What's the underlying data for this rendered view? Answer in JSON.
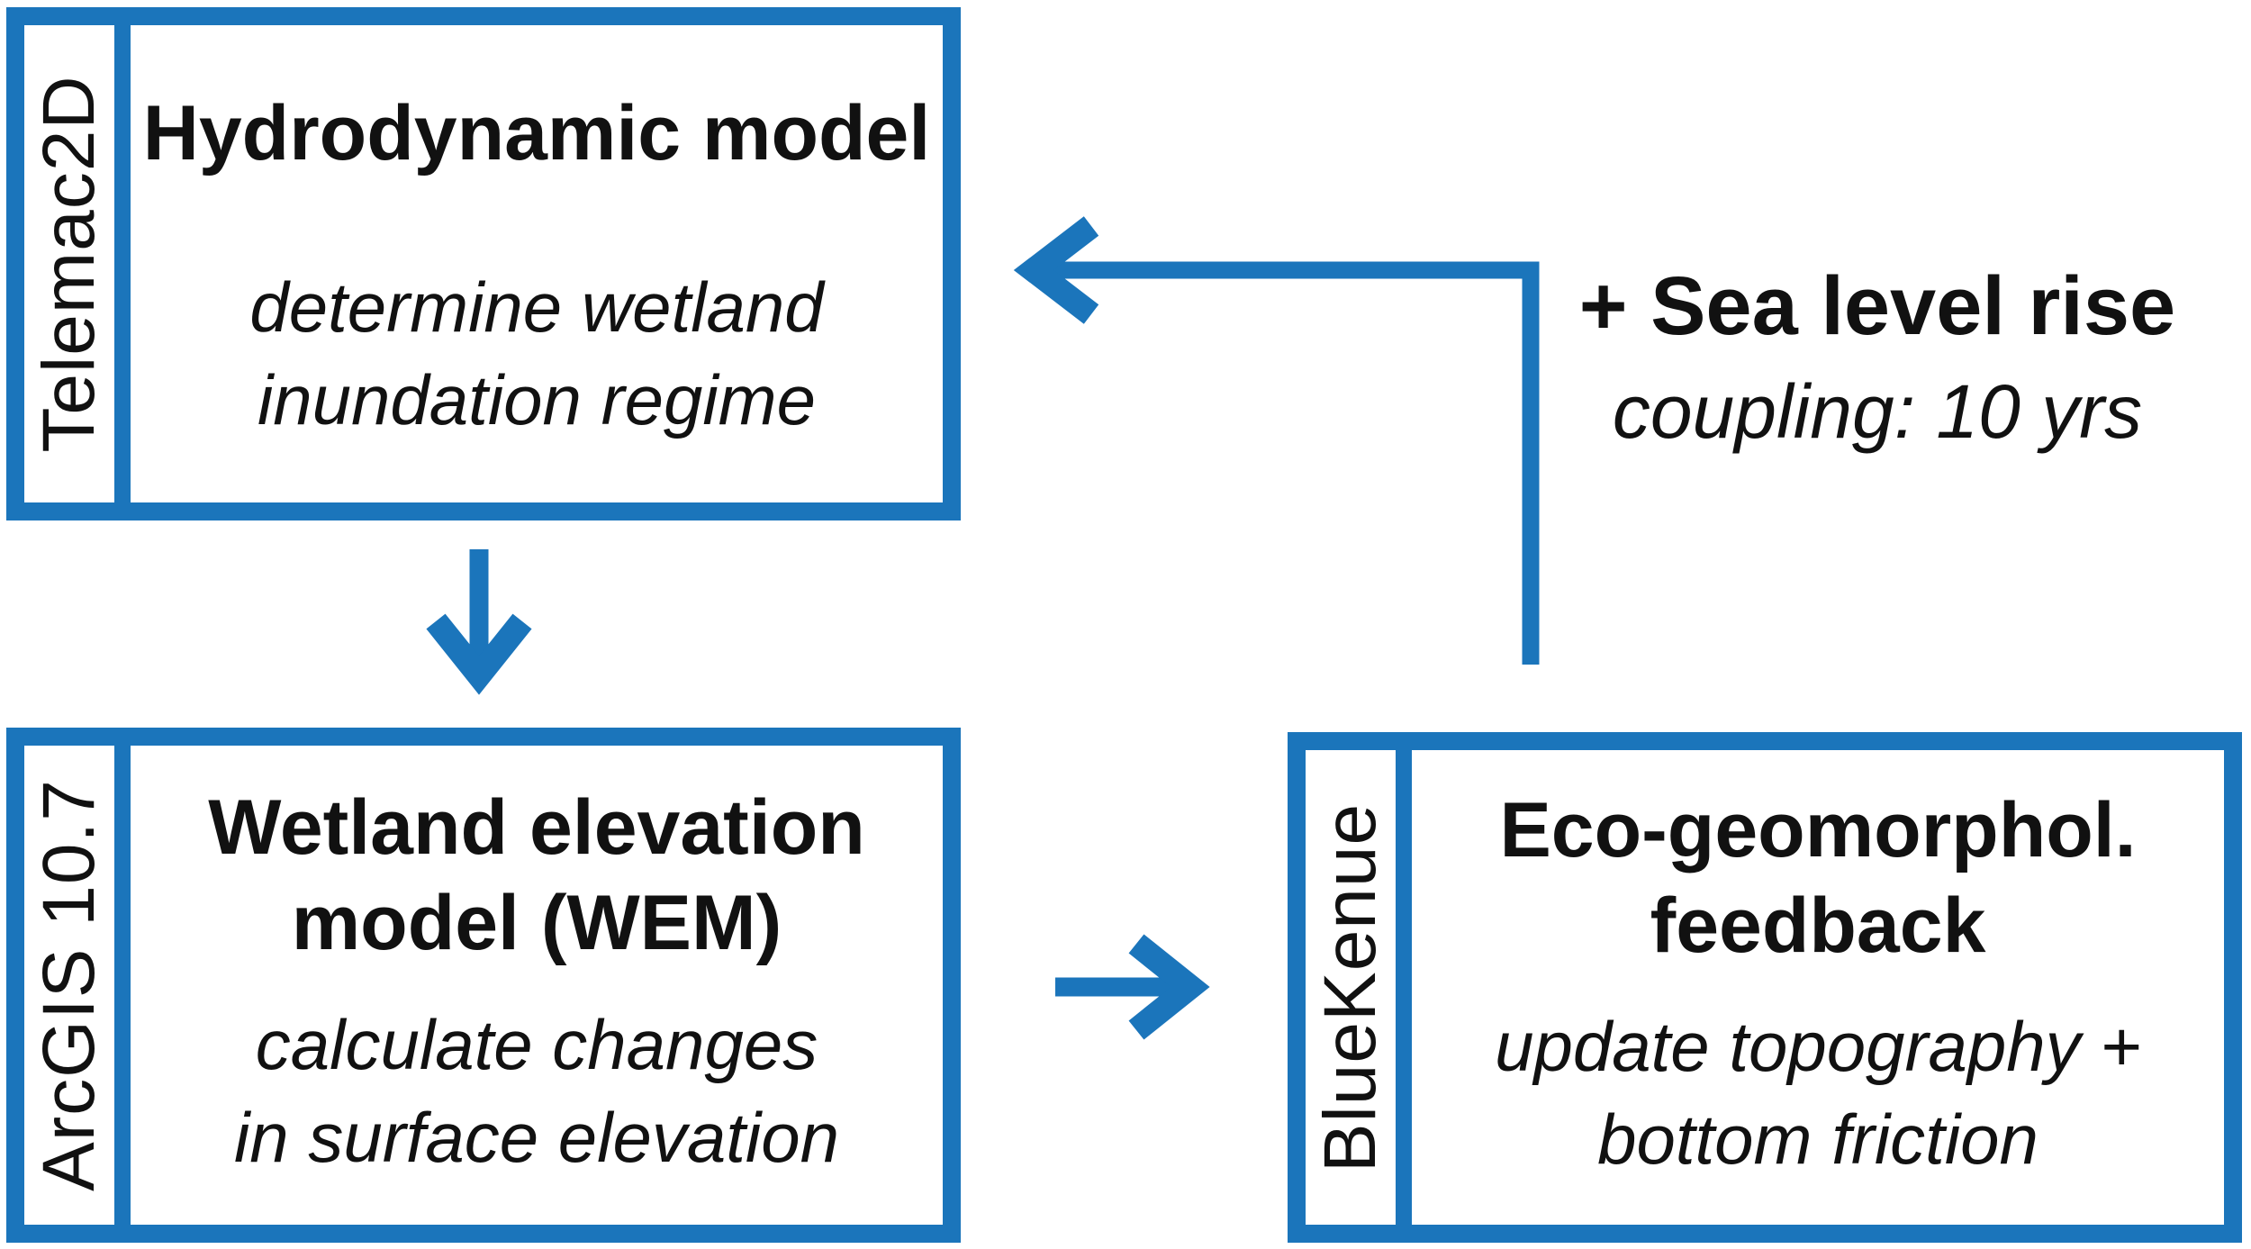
{
  "figure": {
    "colors": {
      "accent_blue": "#1b75bb",
      "text": "#111111",
      "background": "#ffffff"
    },
    "boxes": [
      {
        "id": "hydrodynamic-model",
        "tool": "Telemac2D",
        "title_lines": [
          "Hydrodynamic model"
        ],
        "desc_lines": [
          "determine wetland",
          "inundation regime"
        ]
      },
      {
        "id": "wetland-elevation-model",
        "tool": "ArcGIS 10.7",
        "title_lines": [
          "Wetland elevation",
          "model (WEM)"
        ],
        "desc_lines": [
          "calculate changes",
          "in surface elevation"
        ]
      },
      {
        "id": "eco-geomorphological-feedback",
        "tool": "BlueKenue",
        "title_lines": [
          "Eco-geomorphol.",
          "feedback"
        ],
        "desc_lines": [
          "update topography +",
          "bottom friction"
        ]
      }
    ],
    "sea_level_note": {
      "line1": "+ Sea level rise",
      "line2": "coupling: 10 yrs"
    }
  }
}
